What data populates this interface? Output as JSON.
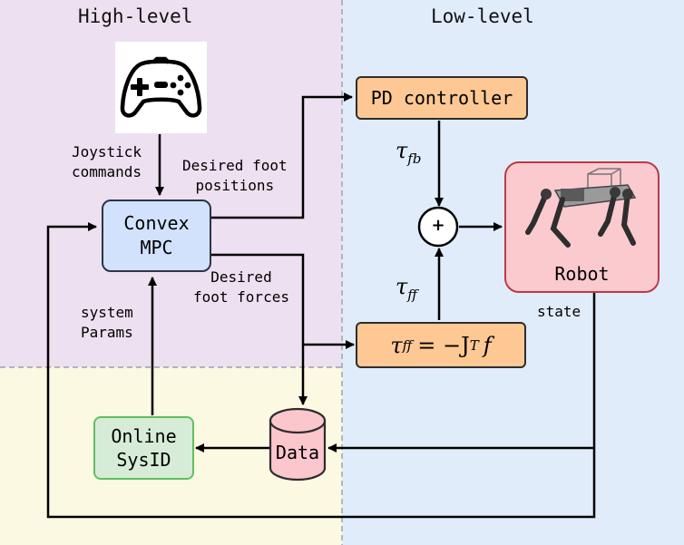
{
  "regions": {
    "high_level": "High-level",
    "low_level": "Low-level"
  },
  "nodes": {
    "joystick": {
      "icon": "gamepad-icon"
    },
    "mpc": "Convex\nMPC",
    "pd": "PD controller",
    "sum": "+",
    "robot": {
      "label": "Robot",
      "icon": "quadruped-robot-icon"
    },
    "feedforward": {
      "tau": "τ",
      "sub": "ff",
      "eq": "= −J",
      "sup": "T",
      "f": "f"
    },
    "data": "Data",
    "sysid": "Online\nSysID"
  },
  "edges": {
    "joystick_commands": "Joystick\ncommands",
    "desired_foot_positions": "Desired foot\npositions",
    "desired_foot_forces": "Desired\nfoot forces",
    "system_params": "system\nParams",
    "state": "state",
    "tau_fb": {
      "tau": "τ",
      "sub": "fb"
    },
    "tau_ff": {
      "tau": "τ",
      "sub": "ff"
    }
  },
  "colors": {
    "high_level_bg": "#ede0f0",
    "low_level_bg": "#e1ecfb",
    "sysid_bg": "#fcf9e2",
    "mpc_fill": "#d2e2fd",
    "mpc_stroke": "#2e3444",
    "pd_fill": "#fdc894",
    "robot_fill": "#fbcacf",
    "robot_stroke": "#bb3a46",
    "data_fill": "#fbc6cc",
    "sysid_fill": "#d7ecd7",
    "sysid_stroke": "#5fbf5f"
  }
}
